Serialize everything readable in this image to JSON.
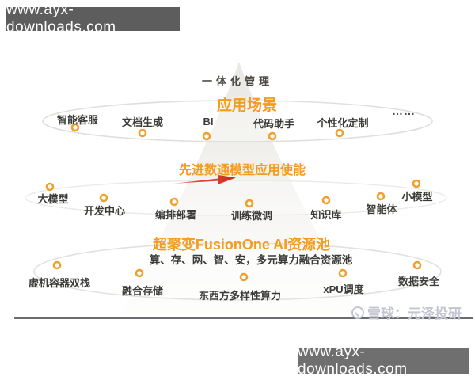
{
  "site_bar_top": {
    "text": "www.ayx-downloads.com"
  },
  "site_bar_bottom": {
    "text": "www.ayx-downloads.com"
  },
  "diagram": {
    "top_label": "一体化管理",
    "tier1": {
      "title": "应用场景",
      "items": [
        "智能客服",
        "文档生成",
        "BI",
        "代码助手",
        "个性化定制",
        "……"
      ]
    },
    "mid_title": "先进数通模型应用使能",
    "tier2": {
      "items": [
        "大模型",
        "开发中心",
        "编排部署",
        "训练微调",
        "知识库",
        "智能体",
        "小模型"
      ]
    },
    "tier3": {
      "title": "超聚变FusionOne AI资源池",
      "subtitle": "算、存、网、智、安，多元算力融合资源池",
      "items": [
        "虚机容器双栈",
        "融合存储",
        "东西方多样性算力",
        "xPU调度",
        "数据安全"
      ]
    }
  },
  "watermark": {
    "source": "雪球：元泽投研"
  },
  "colors": {
    "accent_orange": "#F39C1F",
    "arrow_red": "#E02D1F",
    "dot_ring": "#EFA02D",
    "bar_gray_top": "#5D5D5D",
    "bar_gray_bottom": "#6F6F6F",
    "divider_gray": "#6B6B75",
    "text_dark": "#3B3B39",
    "watermark_gray": "#C3C6D0"
  }
}
